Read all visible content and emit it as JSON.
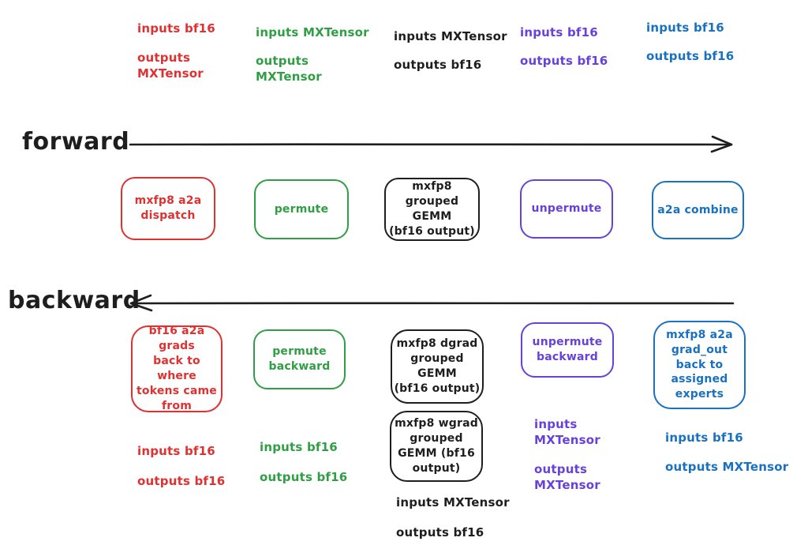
{
  "palette": {
    "red": "#e03131",
    "green": "#2f9e44",
    "black": "#1e1e1e",
    "purple": "#6741d9",
    "blue": "#1971c2"
  },
  "sections": {
    "forward_label": "forward",
    "backward_label": "backward"
  },
  "columns": [
    {
      "color": "#e03131",
      "top": {
        "inputs": "inputs bf16",
        "outputs": "outputs\nMXTensor"
      },
      "forward_box": "mxfp8 a2a\ndispatch",
      "backward_box": "bf16 a2a\ngrads\nback to where\ntokens came\nfrom",
      "bottom": {
        "inputs": "inputs bf16",
        "outputs": "outputs bf16"
      }
    },
    {
      "color": "#2f9e44",
      "top": {
        "inputs": "inputs MXTensor",
        "outputs": "outputs\nMXTensor"
      },
      "forward_box": "permute",
      "backward_box": "permute\nbackward",
      "bottom": {
        "inputs": "inputs bf16",
        "outputs": "outputs bf16"
      }
    },
    {
      "color": "#1e1e1e",
      "top": {
        "inputs": "inputs MXTensor",
        "outputs": "outputs bf16"
      },
      "forward_box": "mxfp8\ngrouped GEMM\n(bf16 output)",
      "backward_box": "mxfp8 dgrad\ngrouped\nGEMM\n(bf16 output)",
      "backward_box_2": "mxfp8 wgrad\ngrouped\nGEMM (bf16\noutput)",
      "bottom": {
        "inputs": "inputs MXTensor",
        "outputs": "outputs bf16"
      }
    },
    {
      "color": "#6741d9",
      "top": {
        "inputs": "inputs bf16",
        "outputs": "outputs bf16"
      },
      "forward_box": "unpermute",
      "backward_box": "unpermute\nbackward",
      "bottom": {
        "inputs": "inputs\nMXTensor",
        "outputs": "outputs\nMXTensor"
      }
    },
    {
      "color": "#1971c2",
      "top": {
        "inputs": "inputs bf16",
        "outputs": "outputs bf16"
      },
      "forward_box": "a2a combine",
      "backward_box": "mxfp8 a2a\ngrad_out\nback to\nassigned\nexperts",
      "bottom": {
        "inputs": "inputs bf16",
        "outputs": "outputs MXTensor"
      }
    }
  ]
}
